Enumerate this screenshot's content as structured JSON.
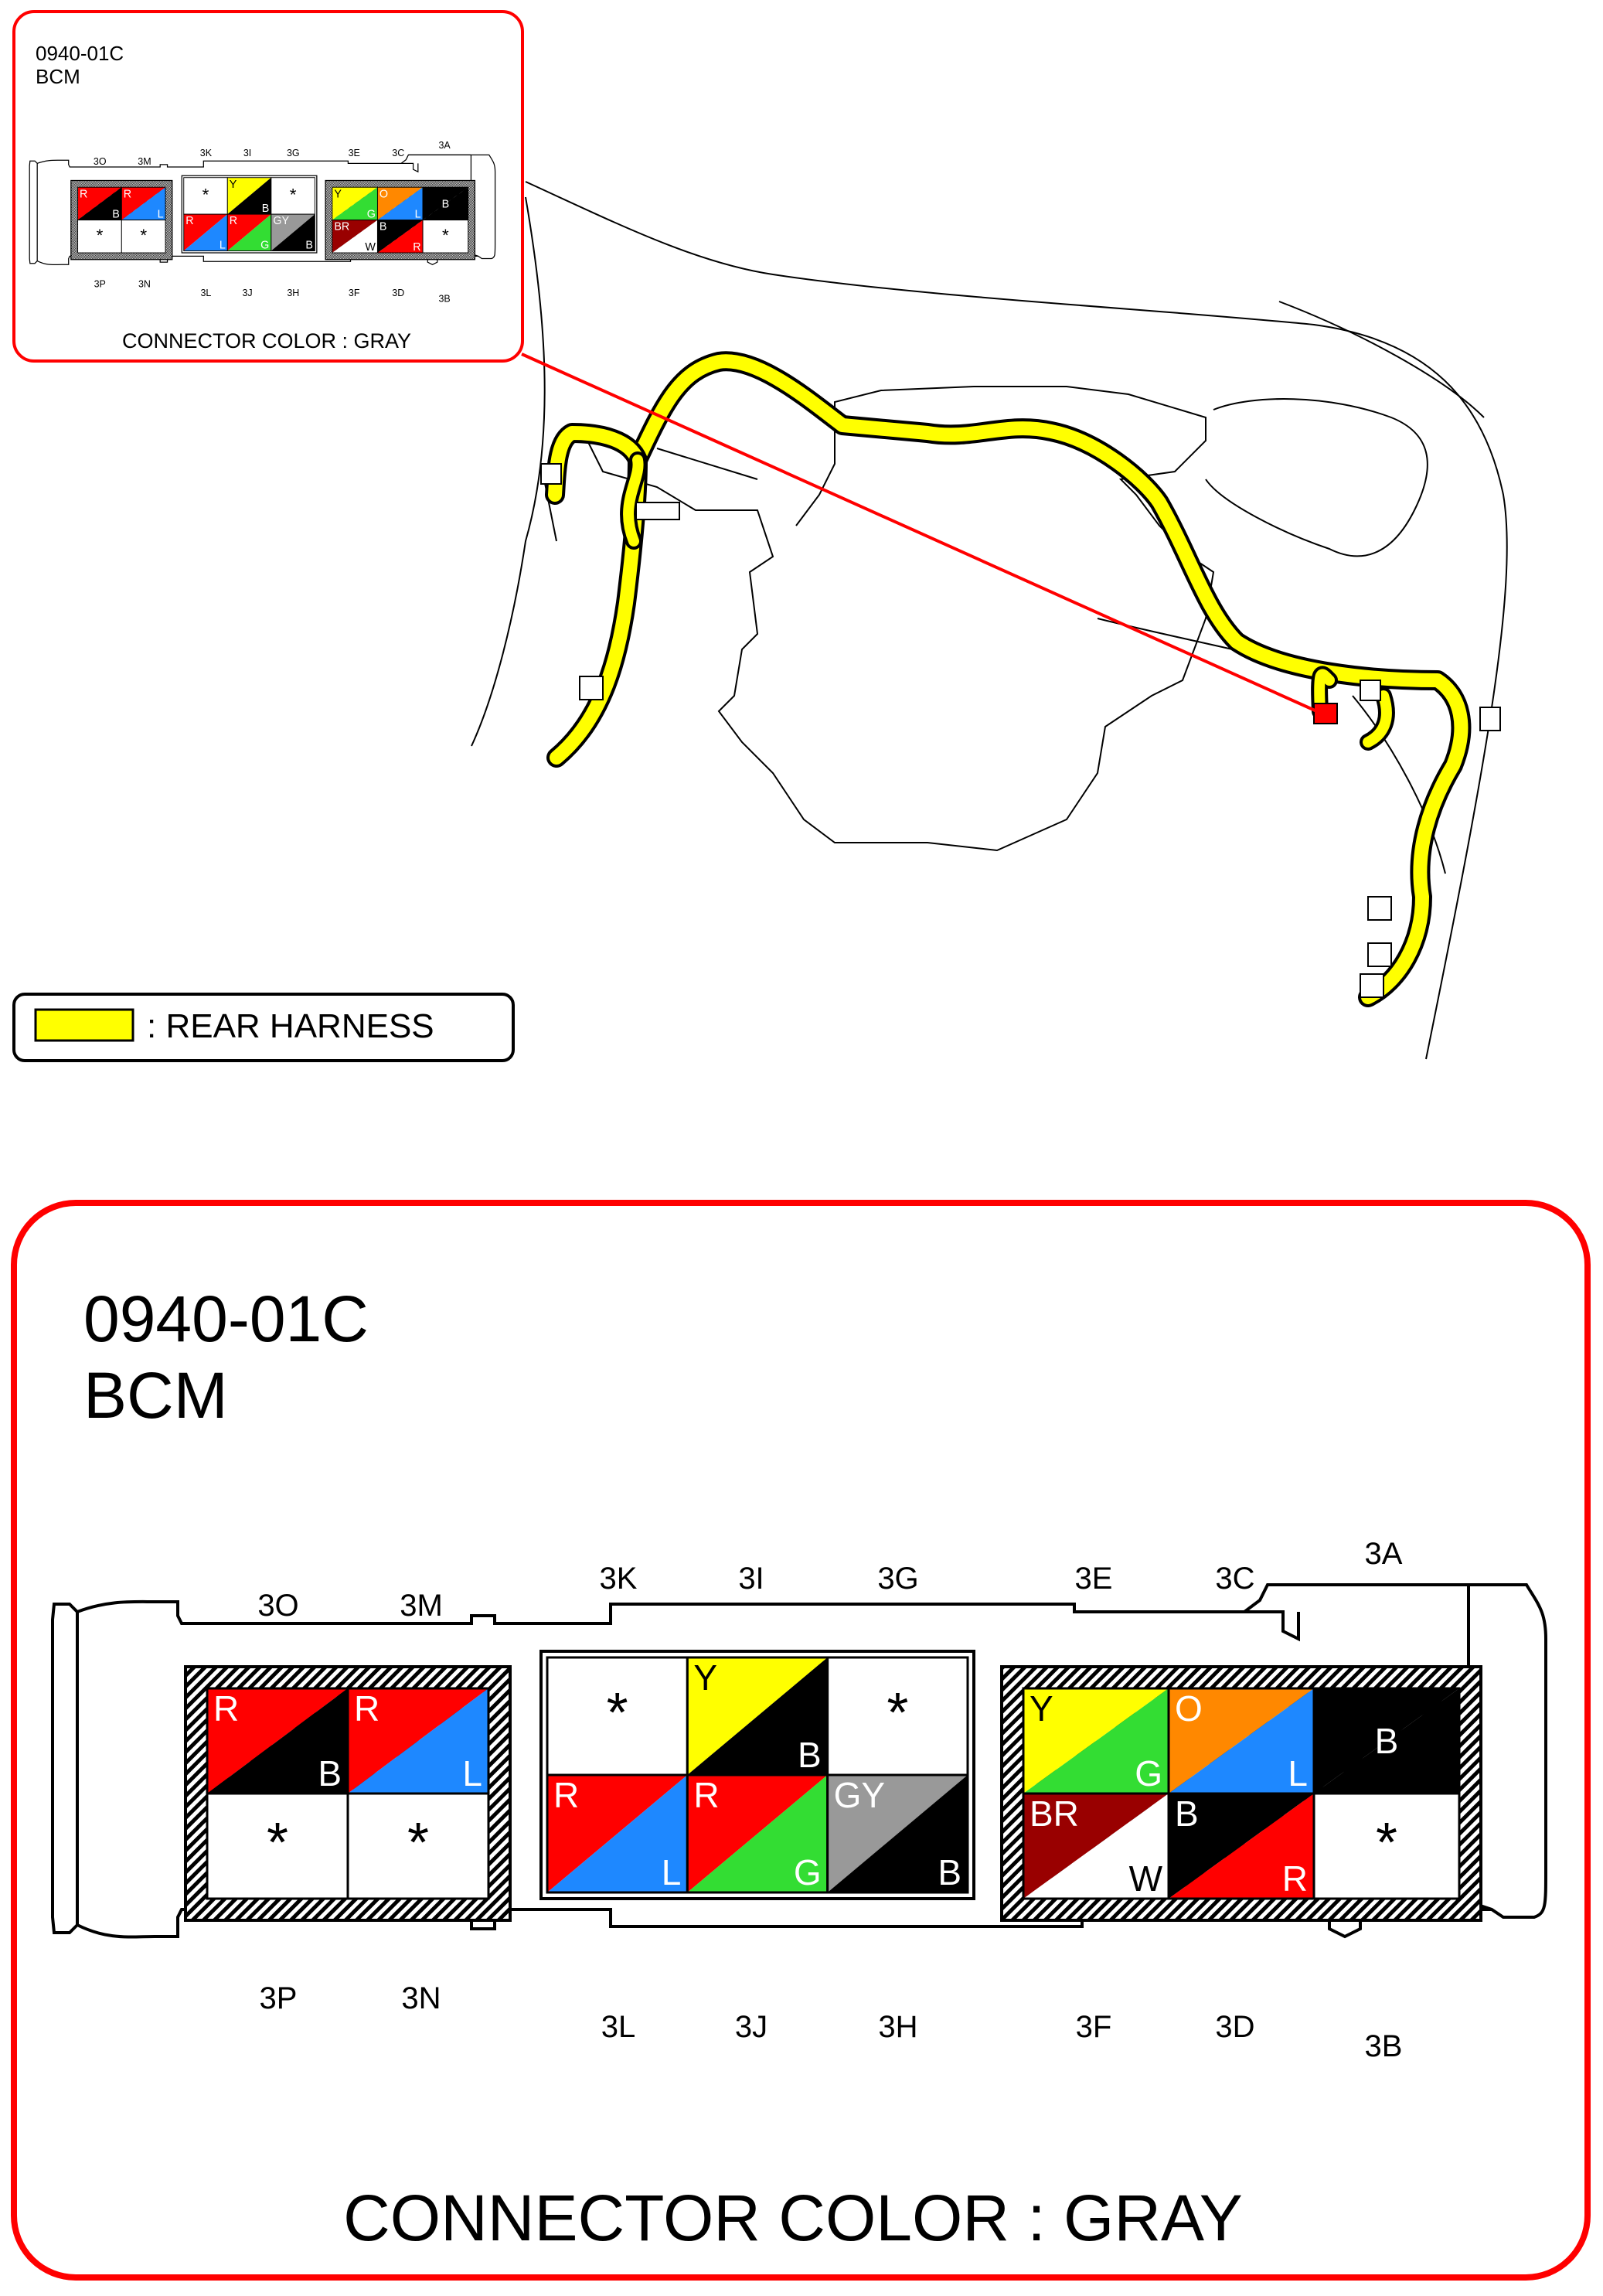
{
  "connector": {
    "code": "0940-01C",
    "name": "BCM",
    "color_caption": "CONNECTOR COLOR : GRAY"
  },
  "legend": {
    "label": ": REAR HARNESS",
    "swatch_color": "#ffff00"
  },
  "colors": {
    "R": "#ff0000",
    "B": "#000000",
    "L": "#1e88ff",
    "Y": "#ffff00",
    "G": "#33dd33",
    "GY": "#999999",
    "O": "#ff8800",
    "BR": "#990000",
    "W": "#ffffff",
    "frame_red": "#ff0000",
    "harness": "#ffff00"
  },
  "cavity_labels": {
    "top": [
      "3O",
      "3M",
      "3K",
      "3I",
      "3G",
      "3E",
      "3C",
      "3A"
    ],
    "bottom": [
      "3P",
      "3N",
      "3L",
      "3J",
      "3H",
      "3F",
      "3D",
      "3B"
    ]
  },
  "pins": {
    "group_left": [
      {
        "id": "3O",
        "primary": "R",
        "tracer": "B"
      },
      {
        "id": "3M",
        "primary": "R",
        "tracer": "L"
      },
      {
        "id": "3P",
        "primary": "*",
        "tracer": ""
      },
      {
        "id": "3N",
        "primary": "*",
        "tracer": ""
      }
    ],
    "group_middle": [
      {
        "id": "3K",
        "primary": "*",
        "tracer": ""
      },
      {
        "id": "3I",
        "primary": "Y",
        "tracer": "B"
      },
      {
        "id": "3G",
        "primary": "*",
        "tracer": ""
      },
      {
        "id": "3L",
        "primary": "R",
        "tracer": "L"
      },
      {
        "id": "3J",
        "primary": "R",
        "tracer": "G"
      },
      {
        "id": "3H",
        "primary": "GY",
        "tracer": "B"
      }
    ],
    "group_right": [
      {
        "id": "3E",
        "primary": "Y",
        "tracer": "G"
      },
      {
        "id": "3C",
        "primary": "O",
        "tracer": "L"
      },
      {
        "id": "3A",
        "primary": "B",
        "tracer": ""
      },
      {
        "id": "3F",
        "primary": "BR",
        "tracer": "W"
      },
      {
        "id": "3D",
        "primary": "B",
        "tracer": "R"
      },
      {
        "id": "3B",
        "primary": "*",
        "tracer": ""
      }
    ]
  }
}
